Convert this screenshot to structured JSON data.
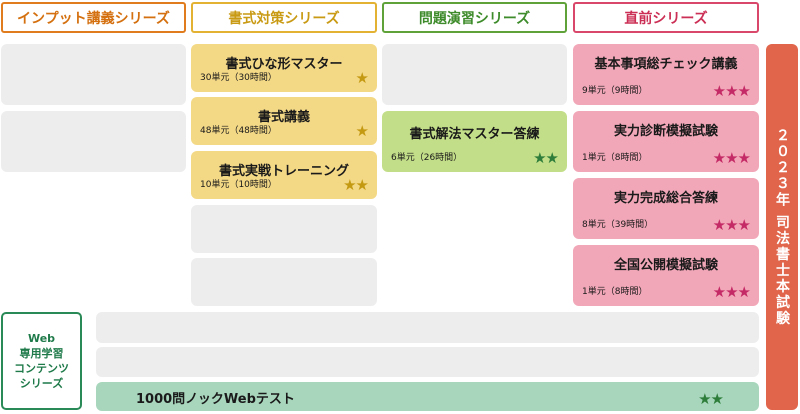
{
  "headers": {
    "input": "インプット講義シリーズ",
    "shoshiki": "書式対策シリーズ",
    "mondai": "問題演習シリーズ",
    "chokuzen": "直前シリーズ"
  },
  "shoshiki_courses": [
    {
      "title": "書式ひな形マスター",
      "meta": "30単元（30時間）",
      "stars": "★"
    },
    {
      "title": "書式講義",
      "meta": "48単元（48時間）",
      "stars": "★"
    },
    {
      "title": "書式実戦トレーニング",
      "meta": "10単元（10時間）",
      "stars": "★★"
    }
  ],
  "mondai_courses": [
    {
      "title": "書式解法マスター答練",
      "meta": "6単元（26時間）",
      "stars": "★★"
    }
  ],
  "chokuzen_courses": [
    {
      "title": "基本事項総チェック講義",
      "meta": "9単元（9時間）",
      "stars": "★★★"
    },
    {
      "title": "実力診断模擬試験",
      "meta": "1単元（8時間）",
      "stars": "★★★"
    },
    {
      "title": "実力完成総合答練",
      "meta": "8単元（39時間）",
      "stars": "★★★"
    },
    {
      "title": "全国公開模擬試験",
      "meta": "1単元（8時間）",
      "stars": "★★★"
    }
  ],
  "web_series": {
    "label": "Web\n専用学習\nコンテンツ\nシリーズ",
    "course": {
      "title": "1000問ノックWebテスト",
      "stars": "★★"
    }
  },
  "side_label": "２０２３年 司法書士本試験",
  "colors": {
    "input_accent": "#e07c1e",
    "shoshiki_accent": "#e3b233",
    "mondai_accent": "#5fa23a",
    "chokuzen_accent": "#d9476a",
    "side_bar": "#e0654b",
    "web_accent": "#2a8a57"
  },
  "icons": {
    "rating": "star-icon"
  }
}
